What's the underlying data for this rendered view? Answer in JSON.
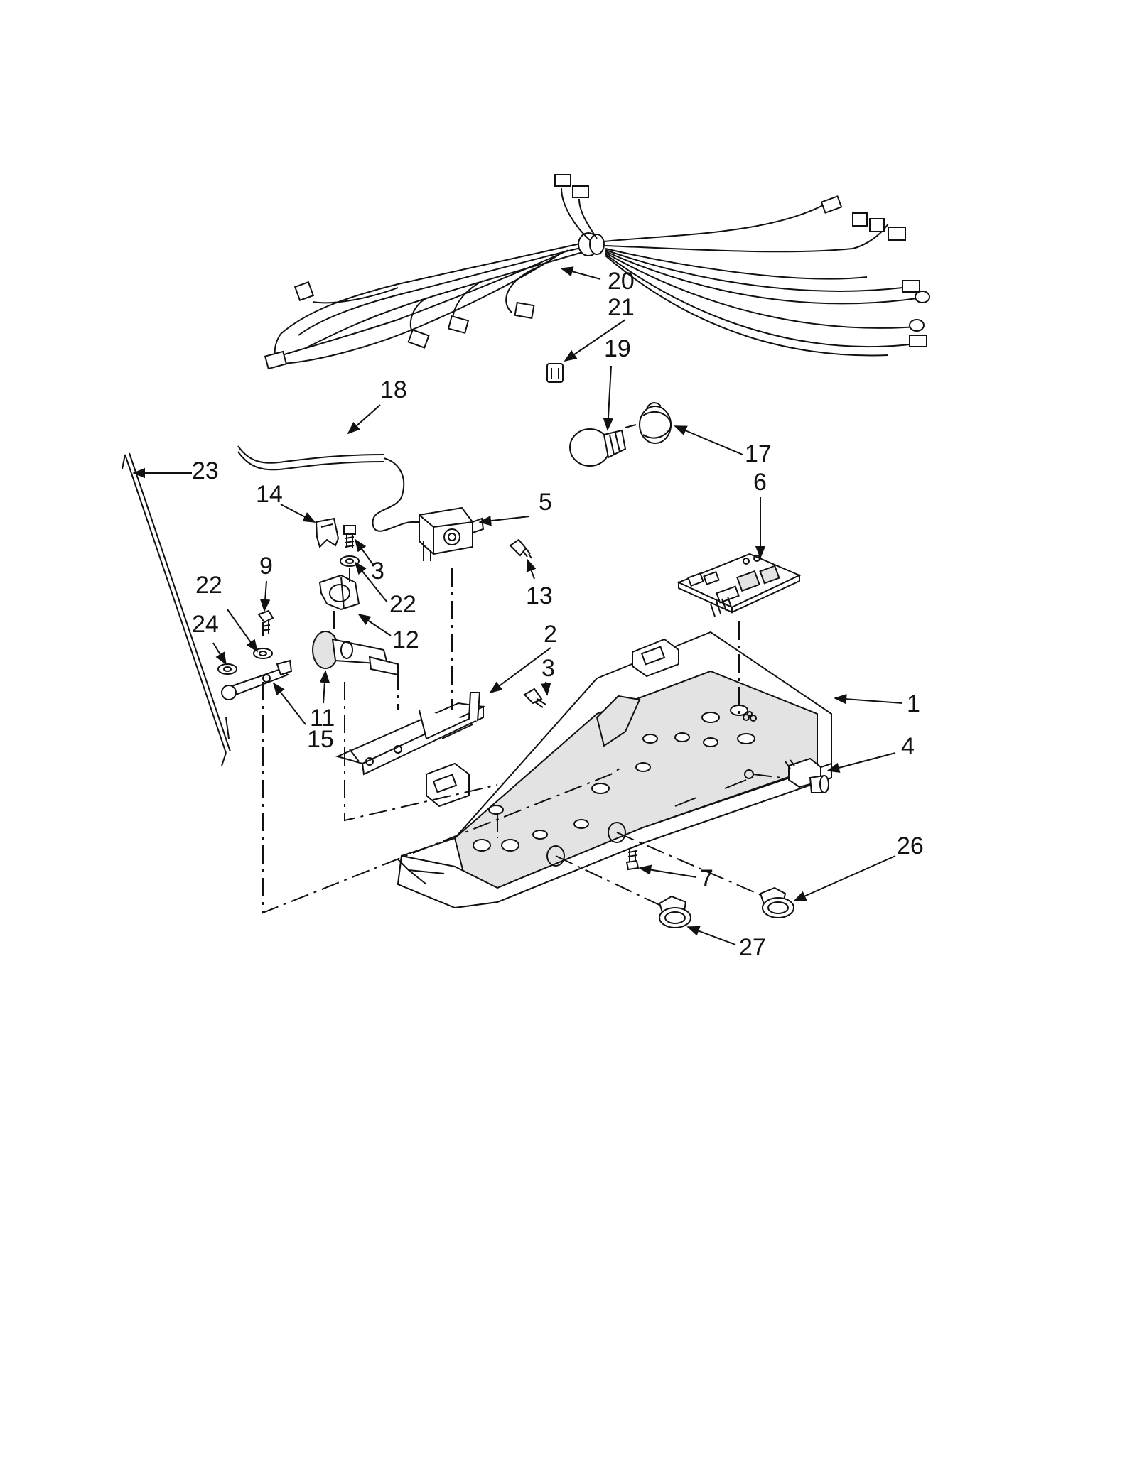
{
  "callouts": [
    {
      "id": "c1",
      "text": "1"
    },
    {
      "id": "c2",
      "text": "2"
    },
    {
      "id": "c3a",
      "text": "3"
    },
    {
      "id": "c3b",
      "text": "3"
    },
    {
      "id": "c4",
      "text": "4"
    },
    {
      "id": "c5",
      "text": "5"
    },
    {
      "id": "c6",
      "text": "6"
    },
    {
      "id": "c7",
      "text": "7"
    },
    {
      "id": "c9",
      "text": "9"
    },
    {
      "id": "c11",
      "text": "11"
    },
    {
      "id": "c12",
      "text": "12"
    },
    {
      "id": "c13",
      "text": "13"
    },
    {
      "id": "c14",
      "text": "14"
    },
    {
      "id": "c15",
      "text": "15"
    },
    {
      "id": "c17",
      "text": "17"
    },
    {
      "id": "c18",
      "text": "18"
    },
    {
      "id": "c19",
      "text": "19"
    },
    {
      "id": "c20",
      "text": "20"
    },
    {
      "id": "c21",
      "text": "21"
    },
    {
      "id": "c22a",
      "text": "22"
    },
    {
      "id": "c22b",
      "text": "22"
    },
    {
      "id": "c23",
      "text": "23"
    },
    {
      "id": "c24",
      "text": "24"
    },
    {
      "id": "c26",
      "text": "26"
    },
    {
      "id": "c27",
      "text": "27"
    }
  ]
}
